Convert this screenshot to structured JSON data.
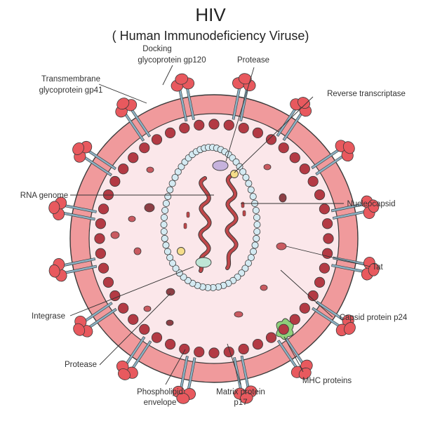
{
  "header": {
    "title": "HIV",
    "subtitle": "( Human Immunodeficiency Viruse)"
  },
  "labels": {
    "docking": [
      "Docking",
      "glycoprotein gp120"
    ],
    "transmembrane": [
      "Transmembrane",
      "glycoprotein gp41"
    ],
    "protease_top": "Protease",
    "reverse_transcriptase": "Reverse transcriptase",
    "rna_genome": "RNA genome",
    "nucleocapsid": "Nucleocapsid",
    "tat": "Tat",
    "integrase": "Integrase",
    "capsid_p24": "Capsid protein p24",
    "protease_bottom": "Protease",
    "mhc_proteins": "MHC proteins",
    "phospholipid": [
      "Phospholipid",
      "envelope"
    ],
    "matrix": [
      "Matrix protein",
      "p17"
    ]
  },
  "colors": {
    "envelope": "#f09a9c",
    "envelope_outline": "#3a3a3a",
    "interior": "#fbe7ea",
    "matrix_bead": "#b33a44",
    "capsid_bead": "#d4eaf2",
    "spike_head": "#e8595e",
    "spike_stem": "#8bb0c2",
    "rna_strand": "#c0474a",
    "reverse_transcriptase": "#f5dd8a",
    "protease": "#c6b2dc",
    "integrase": "#bfe6d6",
    "mhc": "#8fd07a",
    "tat": "#c95a60",
    "dark_blob": "#8d3f45"
  }
}
